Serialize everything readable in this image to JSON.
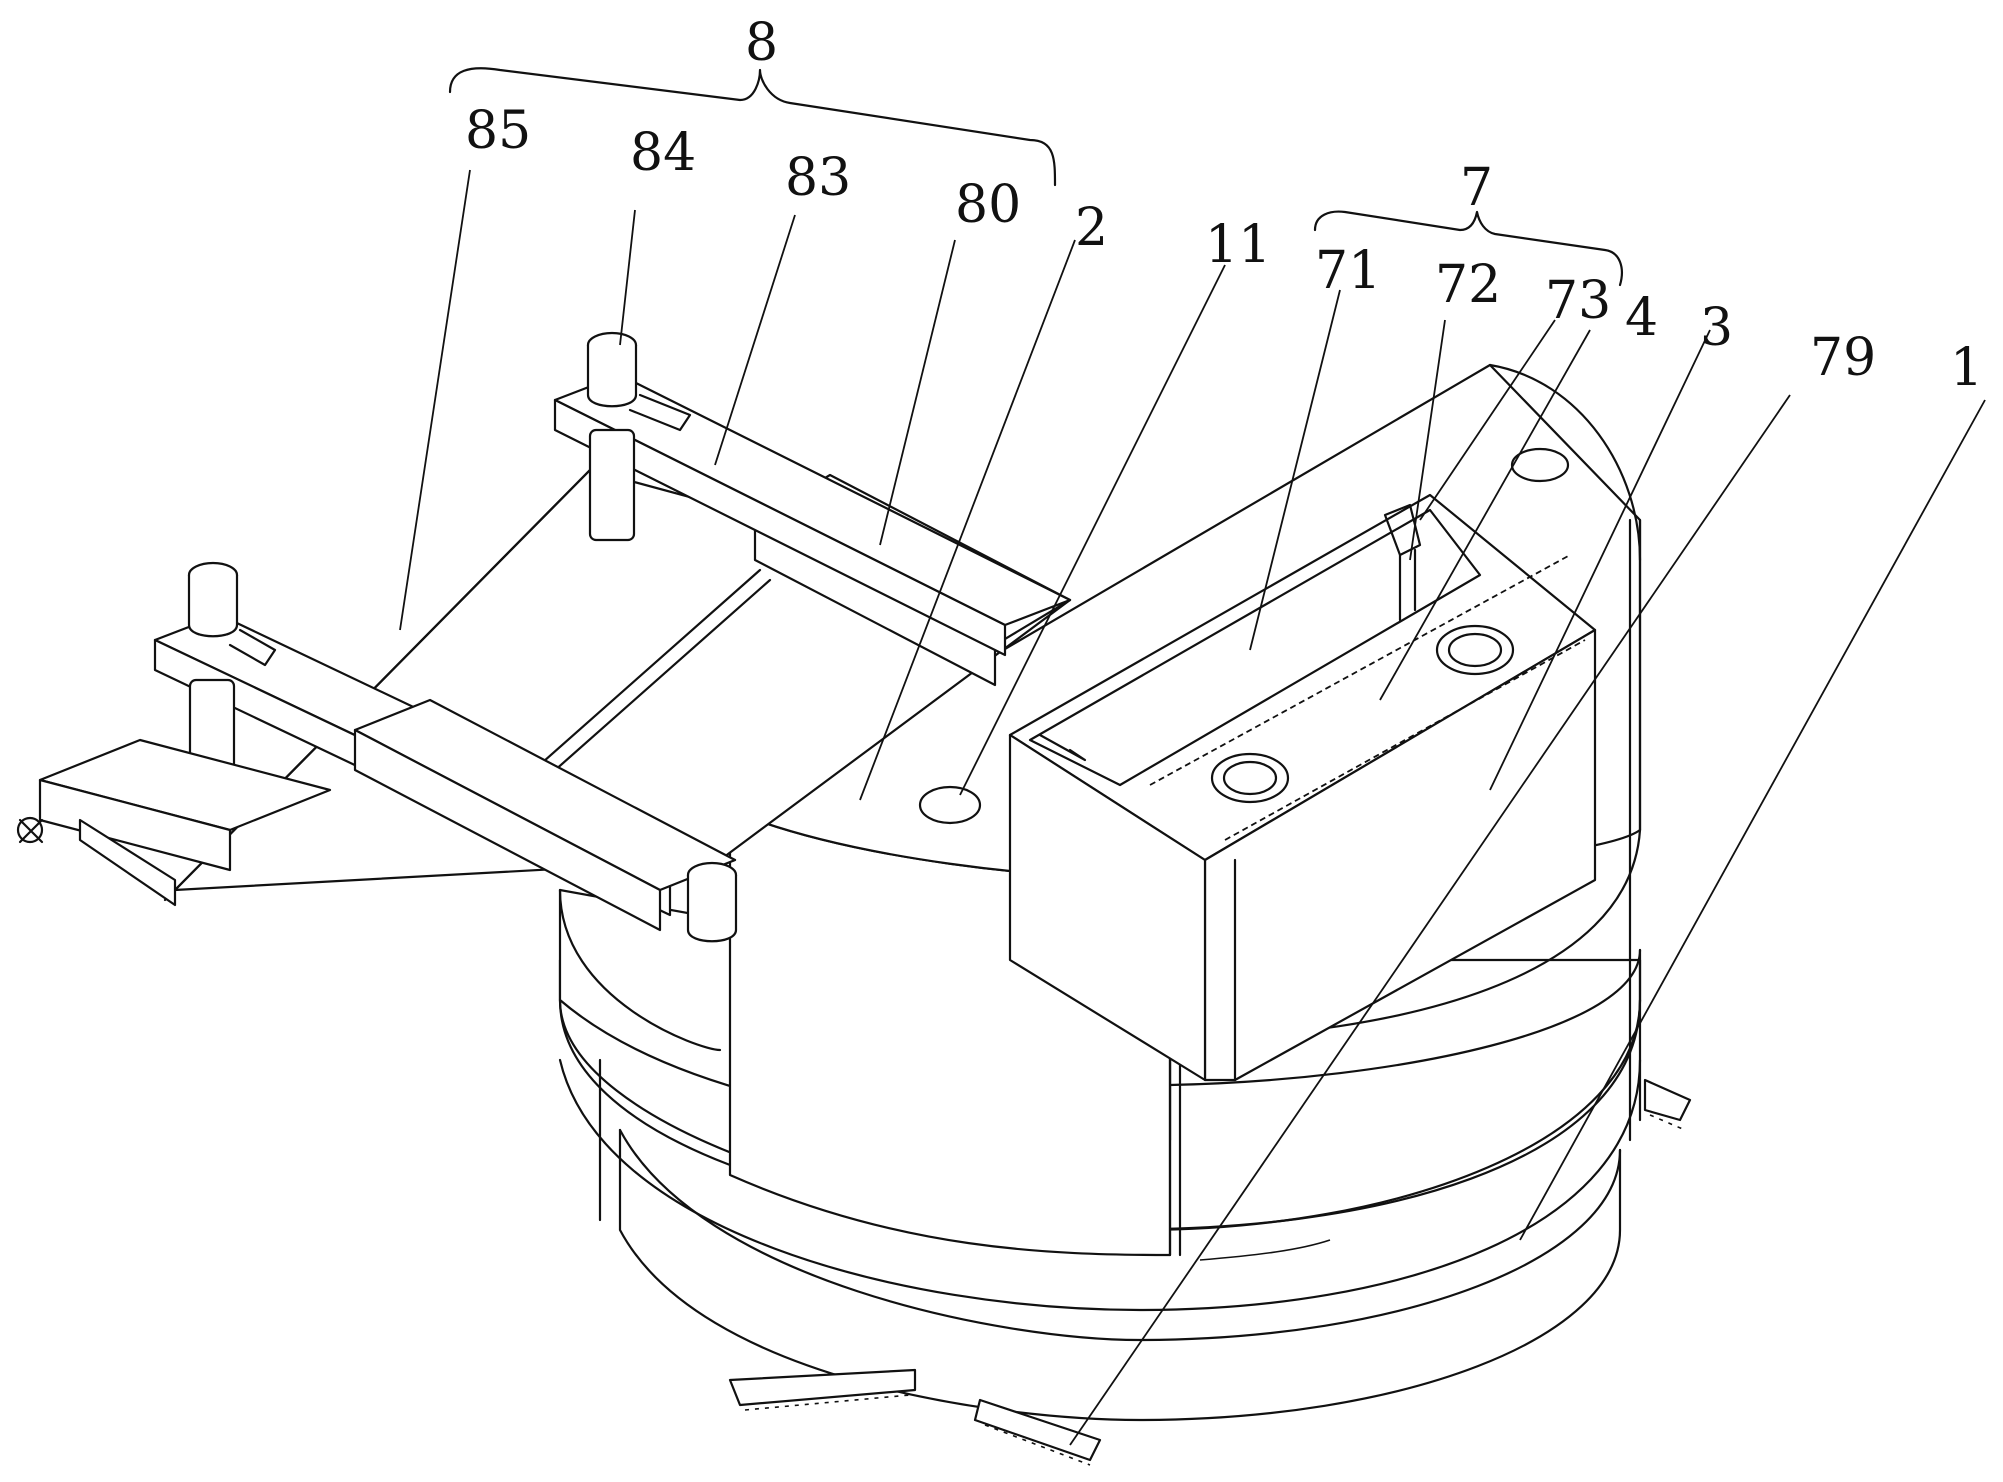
{
  "labels": {
    "l8": "8",
    "l85": "85",
    "l84": "84",
    "l83": "83",
    "l80": "80",
    "l2": "2",
    "l11": "11",
    "l7": "7",
    "l71": "71",
    "l72": "72",
    "l73": "73",
    "l4": "4",
    "l3": "3",
    "l79": "79",
    "l1": "1"
  }
}
